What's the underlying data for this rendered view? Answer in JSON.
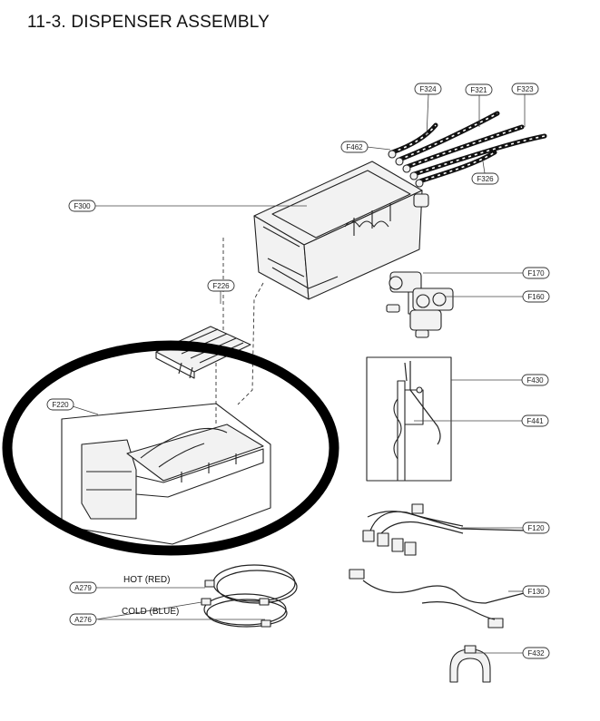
{
  "title": "11-3. DISPENSER ASSEMBLY",
  "callouts": {
    "F324": "F324",
    "F321": "F321",
    "F323": "F323",
    "F462": "F462",
    "F326": "F326",
    "F300": "F300",
    "F226": "F226",
    "F170": "F170",
    "F160": "F160",
    "F430": "F430",
    "F220": "F220",
    "F441": "F441",
    "F120": "F120",
    "A279": "A279",
    "A276": "A276",
    "F130": "F130",
    "F432": "F432"
  },
  "captions": {
    "hot": "HOT (RED)",
    "cold": "COLD (BLUE)"
  }
}
